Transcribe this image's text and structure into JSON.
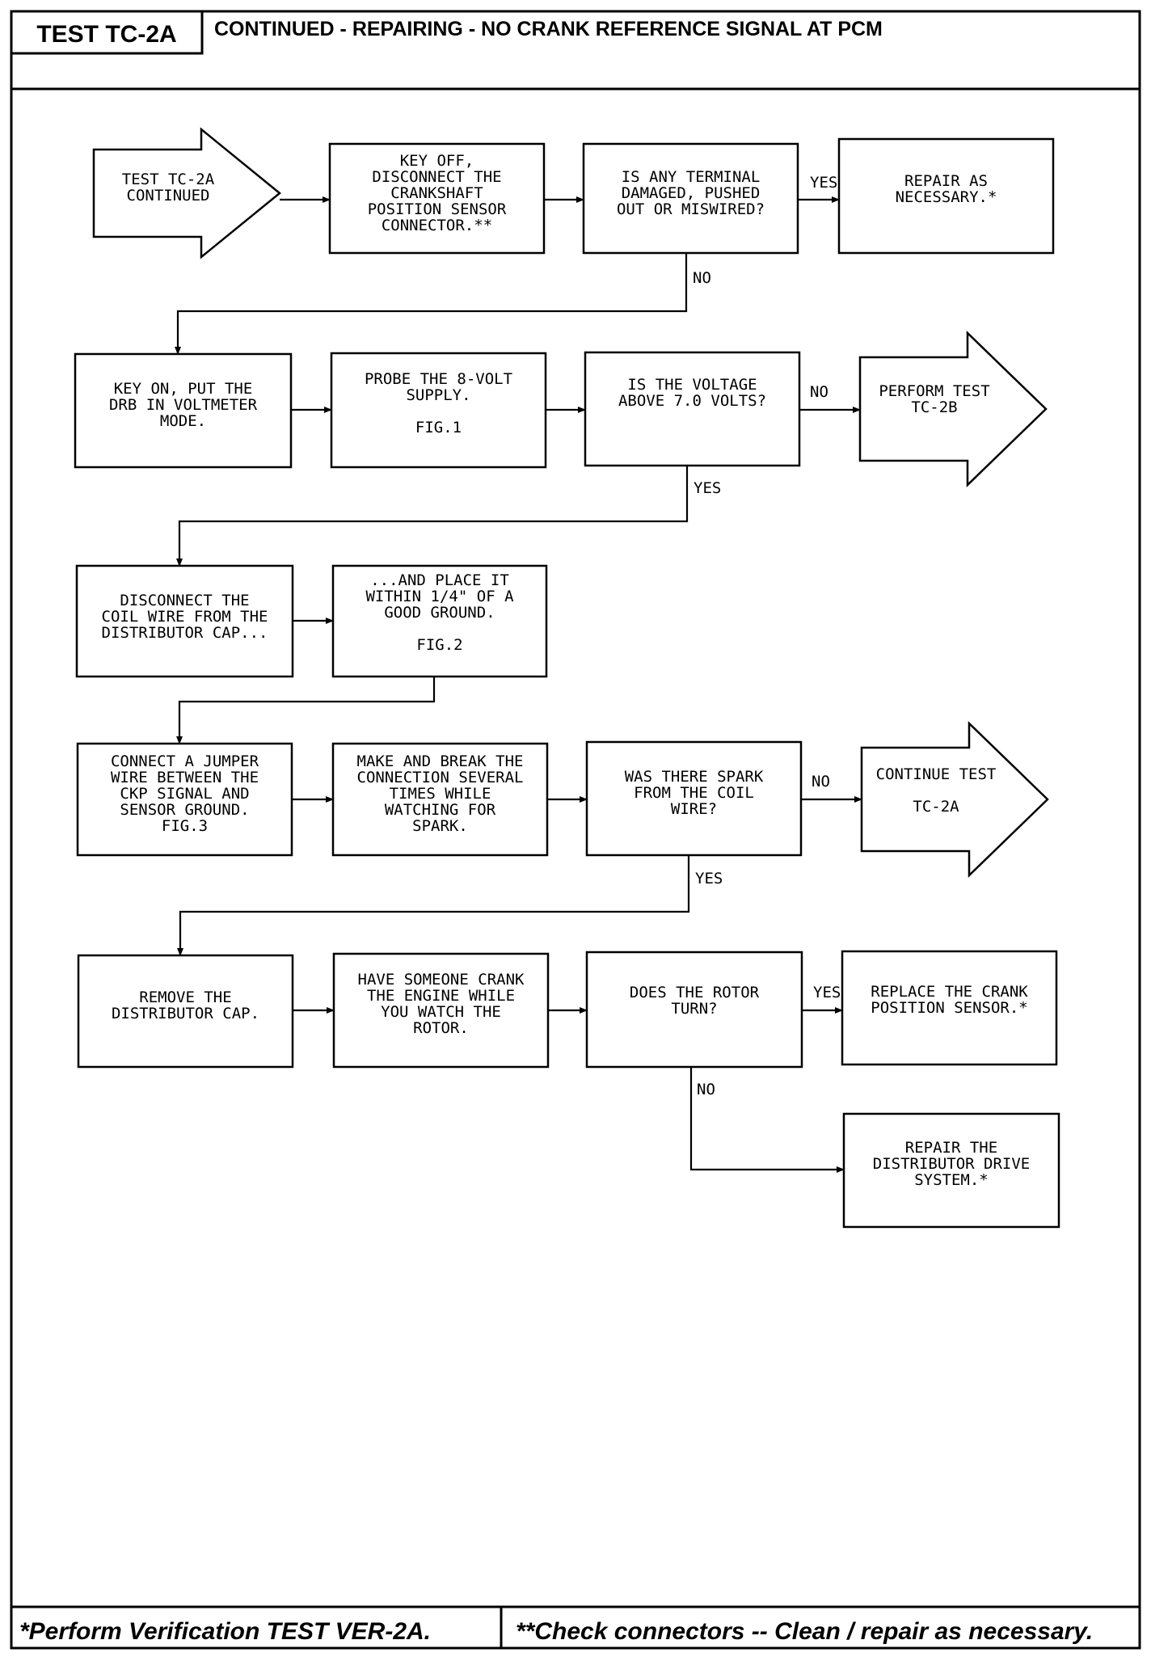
{
  "header": {
    "test_id": "TEST TC-2A",
    "title": "CONTINUED - REPAIRING - NO CRANK REFERENCE SIGNAL AT PCM"
  },
  "flowchart": {
    "nodes": {
      "start": {
        "shape": "arrow",
        "lines": [
          "TEST TC-2A",
          "CONTINUED"
        ]
      },
      "key_off": {
        "shape": "box",
        "lines": [
          "KEY OFF,",
          "DISCONNECT THE",
          "CRANKSHAFT",
          "POSITION SENSOR",
          "CONNECTOR.**"
        ]
      },
      "terminal_damaged": {
        "shape": "box",
        "lines": [
          "IS ANY TERMINAL",
          "DAMAGED, PUSHED",
          "OUT OR MISWIRED?"
        ]
      },
      "repair_as_necessary": {
        "shape": "box",
        "lines": [
          "REPAIR AS",
          "NECESSARY.*"
        ]
      },
      "key_on": {
        "shape": "box",
        "lines": [
          "KEY ON, PUT THE",
          "DRB IN VOLTMETER",
          "MODE."
        ]
      },
      "probe_supply": {
        "shape": "box",
        "lines": [
          "PROBE THE 8-VOLT",
          "SUPPLY.",
          "",
          "FIG.1"
        ]
      },
      "voltage_above": {
        "shape": "box",
        "lines": [
          "IS THE VOLTAGE",
          "ABOVE 7.0 VOLTS?"
        ]
      },
      "perform_tc2b": {
        "shape": "arrow",
        "lines": [
          "PERFORM TEST",
          "TC-2B"
        ]
      },
      "disconnect_coil": {
        "shape": "box",
        "lines": [
          "DISCONNECT THE",
          "COIL WIRE FROM THE",
          "DISTRIBUTOR CAP..."
        ]
      },
      "place_ground": {
        "shape": "box",
        "lines": [
          "...AND PLACE IT",
          "WITHIN 1/4\" OF A",
          "GOOD GROUND.",
          "",
          "FIG.2"
        ]
      },
      "connect_jumper": {
        "shape": "box",
        "lines": [
          "CONNECT A JUMPER",
          "WIRE BETWEEN THE",
          "CKP SIGNAL AND",
          "SENSOR GROUND.",
          "FIG.3"
        ]
      },
      "make_break": {
        "shape": "box",
        "lines": [
          "MAKE AND BREAK THE",
          "CONNECTION SEVERAL",
          "TIMES WHILE",
          "WATCHING FOR",
          "SPARK."
        ]
      },
      "was_spark": {
        "shape": "box",
        "lines": [
          "WAS THERE SPARK",
          "FROM THE COIL",
          "WIRE?"
        ]
      },
      "continue_tc2a": {
        "shape": "arrow",
        "lines": [
          "CONTINUE TEST",
          "",
          "TC-2A"
        ]
      },
      "remove_cap": {
        "shape": "box",
        "lines": [
          "REMOVE THE",
          "DISTRIBUTOR CAP."
        ]
      },
      "crank_engine": {
        "shape": "box",
        "lines": [
          "HAVE SOMEONE CRANK",
          "THE ENGINE WHILE",
          "YOU WATCH THE",
          "ROTOR."
        ]
      },
      "rotor_turn": {
        "shape": "box",
        "lines": [
          "DOES THE ROTOR",
          "TURN?"
        ]
      },
      "replace_sensor": {
        "shape": "box",
        "lines": [
          "REPLACE THE CRANK",
          "POSITION SENSOR.*"
        ]
      },
      "repair_drive": {
        "shape": "box",
        "lines": [
          "REPAIR THE",
          "DISTRIBUTOR DRIVE",
          "SYSTEM.*"
        ]
      }
    },
    "edges": [
      {
        "from": "start",
        "to": "key_off",
        "label": ""
      },
      {
        "from": "key_off",
        "to": "terminal_damaged",
        "label": ""
      },
      {
        "from": "terminal_damaged",
        "to": "repair_as_necessary",
        "label": "YES"
      },
      {
        "from": "terminal_damaged",
        "to": "key_on",
        "label": "NO"
      },
      {
        "from": "key_on",
        "to": "probe_supply",
        "label": ""
      },
      {
        "from": "probe_supply",
        "to": "voltage_above",
        "label": ""
      },
      {
        "from": "voltage_above",
        "to": "perform_tc2b",
        "label": "NO"
      },
      {
        "from": "voltage_above",
        "to": "disconnect_coil",
        "label": "YES"
      },
      {
        "from": "disconnect_coil",
        "to": "place_ground",
        "label": ""
      },
      {
        "from": "place_ground",
        "to": "connect_jumper",
        "label": ""
      },
      {
        "from": "connect_jumper",
        "to": "make_break",
        "label": ""
      },
      {
        "from": "make_break",
        "to": "was_spark",
        "label": ""
      },
      {
        "from": "was_spark",
        "to": "continue_tc2a",
        "label": "NO"
      },
      {
        "from": "was_spark",
        "to": "remove_cap",
        "label": "YES"
      },
      {
        "from": "remove_cap",
        "to": "crank_engine",
        "label": ""
      },
      {
        "from": "crank_engine",
        "to": "rotor_turn",
        "label": ""
      },
      {
        "from": "rotor_turn",
        "to": "replace_sensor",
        "label": "YES"
      },
      {
        "from": "rotor_turn",
        "to": "repair_drive",
        "label": "NO"
      }
    ]
  },
  "footer": {
    "left_note": "*Perform Verification TEST VER-2A.",
    "right_note": "**Check connectors -- Clean / repair as necessary."
  }
}
